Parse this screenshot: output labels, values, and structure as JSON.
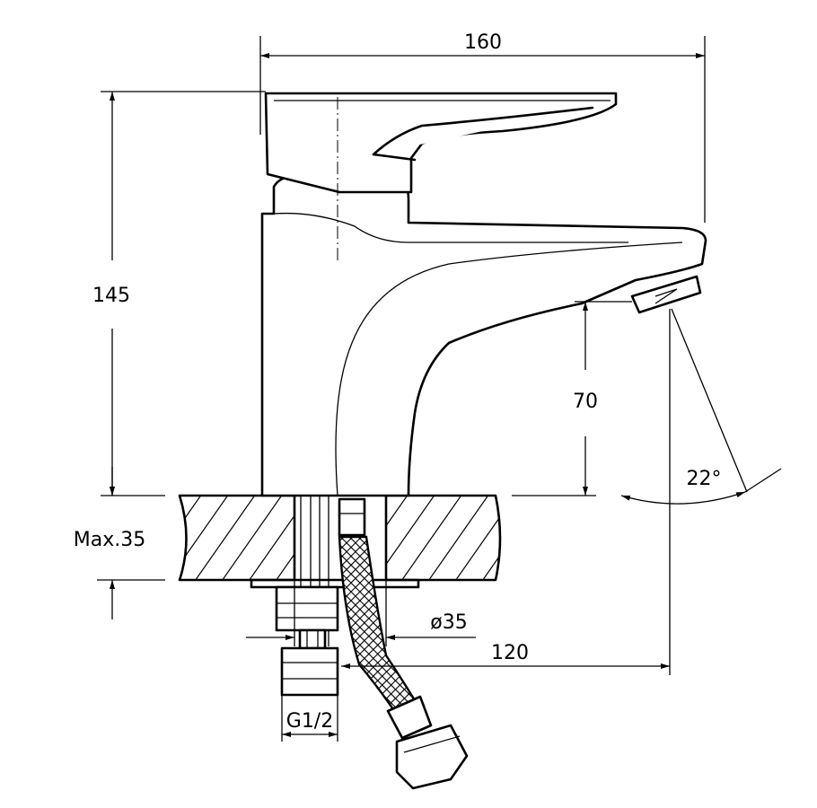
{
  "dimensions": {
    "width": "160",
    "height": "145",
    "spout_height": "70",
    "angle": "22°",
    "max_thickness": "Max.35",
    "hole_diameter": "ø35",
    "reach": "120",
    "thread": "G1/2"
  }
}
